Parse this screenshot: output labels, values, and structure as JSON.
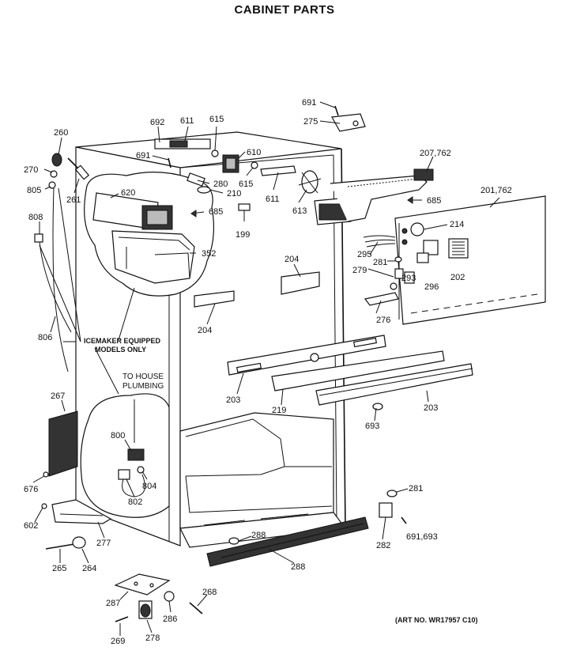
{
  "title": "CABINET PARTS",
  "note_icemaker": [
    "ICEMAKER EQUIPPED",
    "MODELS ONLY"
  ],
  "note_plumbing": [
    "TO HOUSE",
    "PLUMBING"
  ],
  "art_number": "(ART NO. WR17957 C10)",
  "callouts": {
    "c691a": "691",
    "c275": "275",
    "c692": "692",
    "c611a": "611",
    "c615a": "615",
    "c691b": "691",
    "c610": "610",
    "c615b": "615",
    "c611b": "611",
    "c613": "613",
    "c207": "207,762",
    "c201": "201,762",
    "c685a": "685",
    "c685b": "685",
    "c260": "260",
    "c270": "270",
    "c805": "805",
    "c261": "261",
    "c620": "620",
    "c280": "280",
    "c210": "210",
    "c199": "199",
    "c352": "352",
    "c214": "214",
    "c295": "295",
    "c281a": "281",
    "c279": "279",
    "c293": "293",
    "c296": "296",
    "c202": "202",
    "c276": "276",
    "c204a": "204",
    "c204b": "204",
    "c808": "808",
    "c806": "806",
    "c203a": "203",
    "c219": "219",
    "c203b": "203",
    "c693a": "693",
    "c267": "267",
    "c800": "800",
    "c804": "804",
    "c802": "802",
    "c676": "676",
    "c602": "602",
    "c277": "277",
    "c281b": "281",
    "c691c": "691,693",
    "c282": "282",
    "c288a": "288",
    "c288b": "288",
    "c265": "265",
    "c264": "264",
    "c287": "287",
    "c268": "268",
    "c286": "286",
    "c269": "269",
    "c278": "278"
  }
}
